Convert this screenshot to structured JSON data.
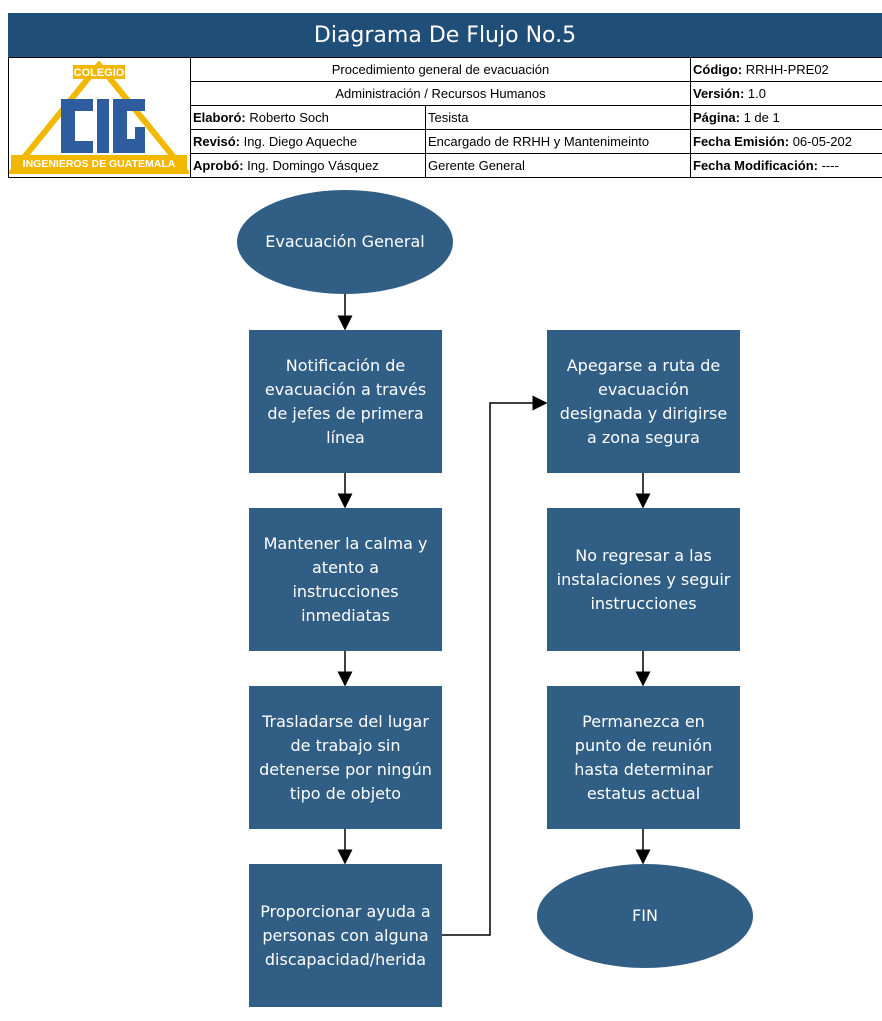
{
  "title": "Diagrama De Flujo No.5",
  "logo": {
    "top_text": "COLEGIO",
    "bottom_text": "INGENIEROS DE GUATEMALA",
    "mark_text": "CIG"
  },
  "header": {
    "procedure": "Procedimiento general de evacuación",
    "department": "Administración / Recursos Humanos",
    "elaboro_label": "Elaboró:",
    "elaboro_name": "Roberto Soch",
    "elaboro_role": "Tesista",
    "reviso_label": "Revisó:",
    "reviso_name": "Ing. Diego Aqueche",
    "reviso_role": "Encargado de RRHH y Mantenimeinto",
    "aprobo_label": "Aprobó:",
    "aprobo_name": "Ing. Domingo Vásquez",
    "aprobo_role": "Gerente General",
    "codigo_label": "Código:",
    "codigo_value": "RRHH-PRE02",
    "version_label": "Versión:",
    "version_value": "1.0",
    "pagina_label": "Página:",
    "pagina_value": "1 de 1",
    "emision_label": "Fecha Emisión:",
    "emision_value": "06-05-202",
    "modificacion_label": "Fecha Modificación:",
    "modificacion_value": "----"
  },
  "nodes": {
    "start": "Evacuación General",
    "n1": "Notificación de\nevacuación a través\nde jefes de primera\nlínea",
    "n2": "Mantener la calma y\natento a\ninstrucciones\ninmediatas",
    "n3": "Trasladarse del lugar\nde trabajo sin\ndetenerse por ningún\ntipo de objeto",
    "n4": "Proporcionar ayuda a\npersonas con alguna\ndiscapacidad/herida",
    "n5": "Apegarse a ruta de\nevacuación\ndesignada y dirigirse\na zona segura",
    "n6": "No regresar a las\ninstalaciones y seguir\ninstrucciones",
    "n7": "Permanezca en\npunto de reunión\nhasta determinar\nestatus actual",
    "end": "FIN"
  },
  "colors": {
    "header_bar": "#1f4e79",
    "node_fill": "#305e85",
    "logo_yellow": "#f2b800",
    "logo_blue": "#2e5d9f"
  }
}
